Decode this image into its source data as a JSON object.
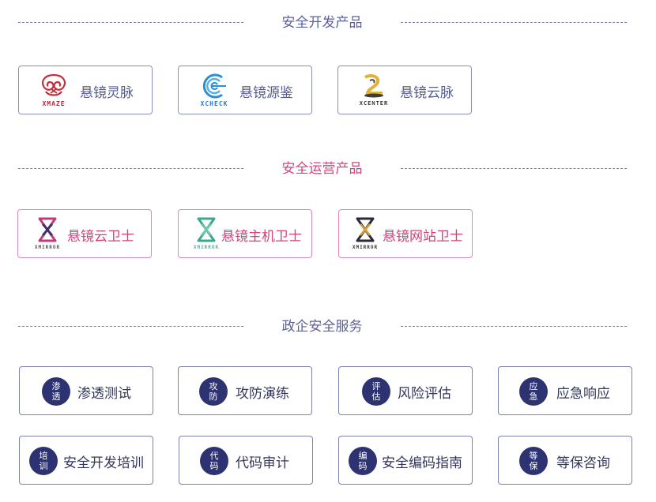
{
  "sections": {
    "dev": {
      "title": "安全开发产品",
      "items": [
        {
          "name": "悬镜灵脉",
          "logo_text": "XMAZE",
          "logo": "xmaze-logo"
        },
        {
          "name": "悬镜源鉴",
          "logo_text": "XCHECK",
          "logo": "xcheck-logo"
        },
        {
          "name": "悬镜云脉",
          "logo_text": "XCENTER",
          "logo": "xcenter-logo"
        }
      ]
    },
    "ops": {
      "title": "安全运营产品",
      "items": [
        {
          "name": "悬镜云卫士",
          "logo_text": "XMIRROR",
          "logo": "xmirror-logo-pink"
        },
        {
          "name": "悬镜主机卫士",
          "logo_text": "XMIRROR",
          "logo": "xmirror-logo-green"
        },
        {
          "name": "悬镜网站卫士",
          "logo_text": "XMIRROR",
          "logo": "xmirror-logo-dark"
        }
      ]
    },
    "gov": {
      "title": "政企安全服务",
      "items": [
        {
          "badge": "渗透",
          "name": "渗透测试"
        },
        {
          "badge": "攻防",
          "name": "攻防演练"
        },
        {
          "badge": "评估",
          "name": "风险评估"
        },
        {
          "badge": "应急",
          "name": "应急响应"
        },
        {
          "badge": "培训",
          "name": "安全开发培训"
        },
        {
          "badge": "代码",
          "name": "代码审计"
        },
        {
          "badge": "编码",
          "name": "安全编码指南"
        },
        {
          "badge": "等保",
          "name": "等保咨询"
        }
      ]
    }
  },
  "colors": {
    "dev_title": "#5c6199",
    "ops_title": "#d4457e",
    "badge_bg": "#2d3270",
    "card_border_blue": "#8a8fbf",
    "card_border_pink": "#e786ae"
  }
}
